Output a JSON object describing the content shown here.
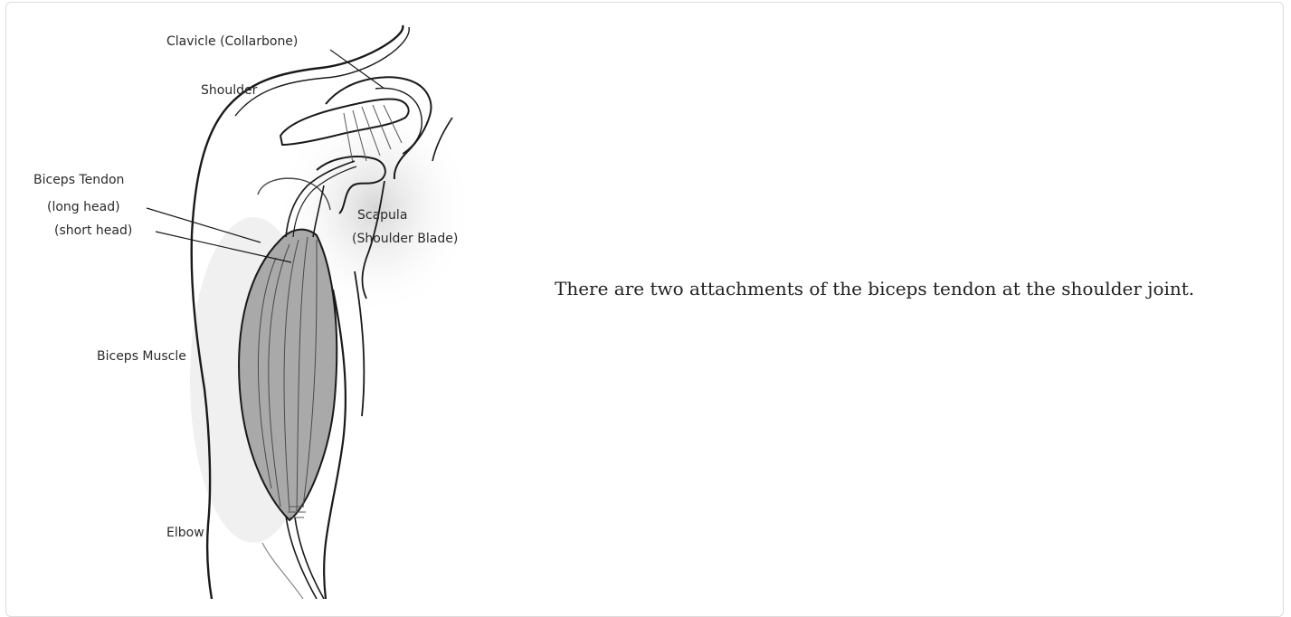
{
  "diagram": {
    "labels": {
      "clavicle": "Clavicle (Collarbone)",
      "shoulder": "Shoulder",
      "biceps_tendon": "Biceps Tendon",
      "long_head": "(long head)",
      "short_head": "(short head)",
      "scapula": "Scapula",
      "scapula_alt": "(Shoulder Blade)",
      "biceps_muscle": "Biceps Muscle",
      "elbow": "Elbow"
    }
  },
  "caption": {
    "text": "There are two attachments of the biceps tendon at the shoulder joint."
  }
}
